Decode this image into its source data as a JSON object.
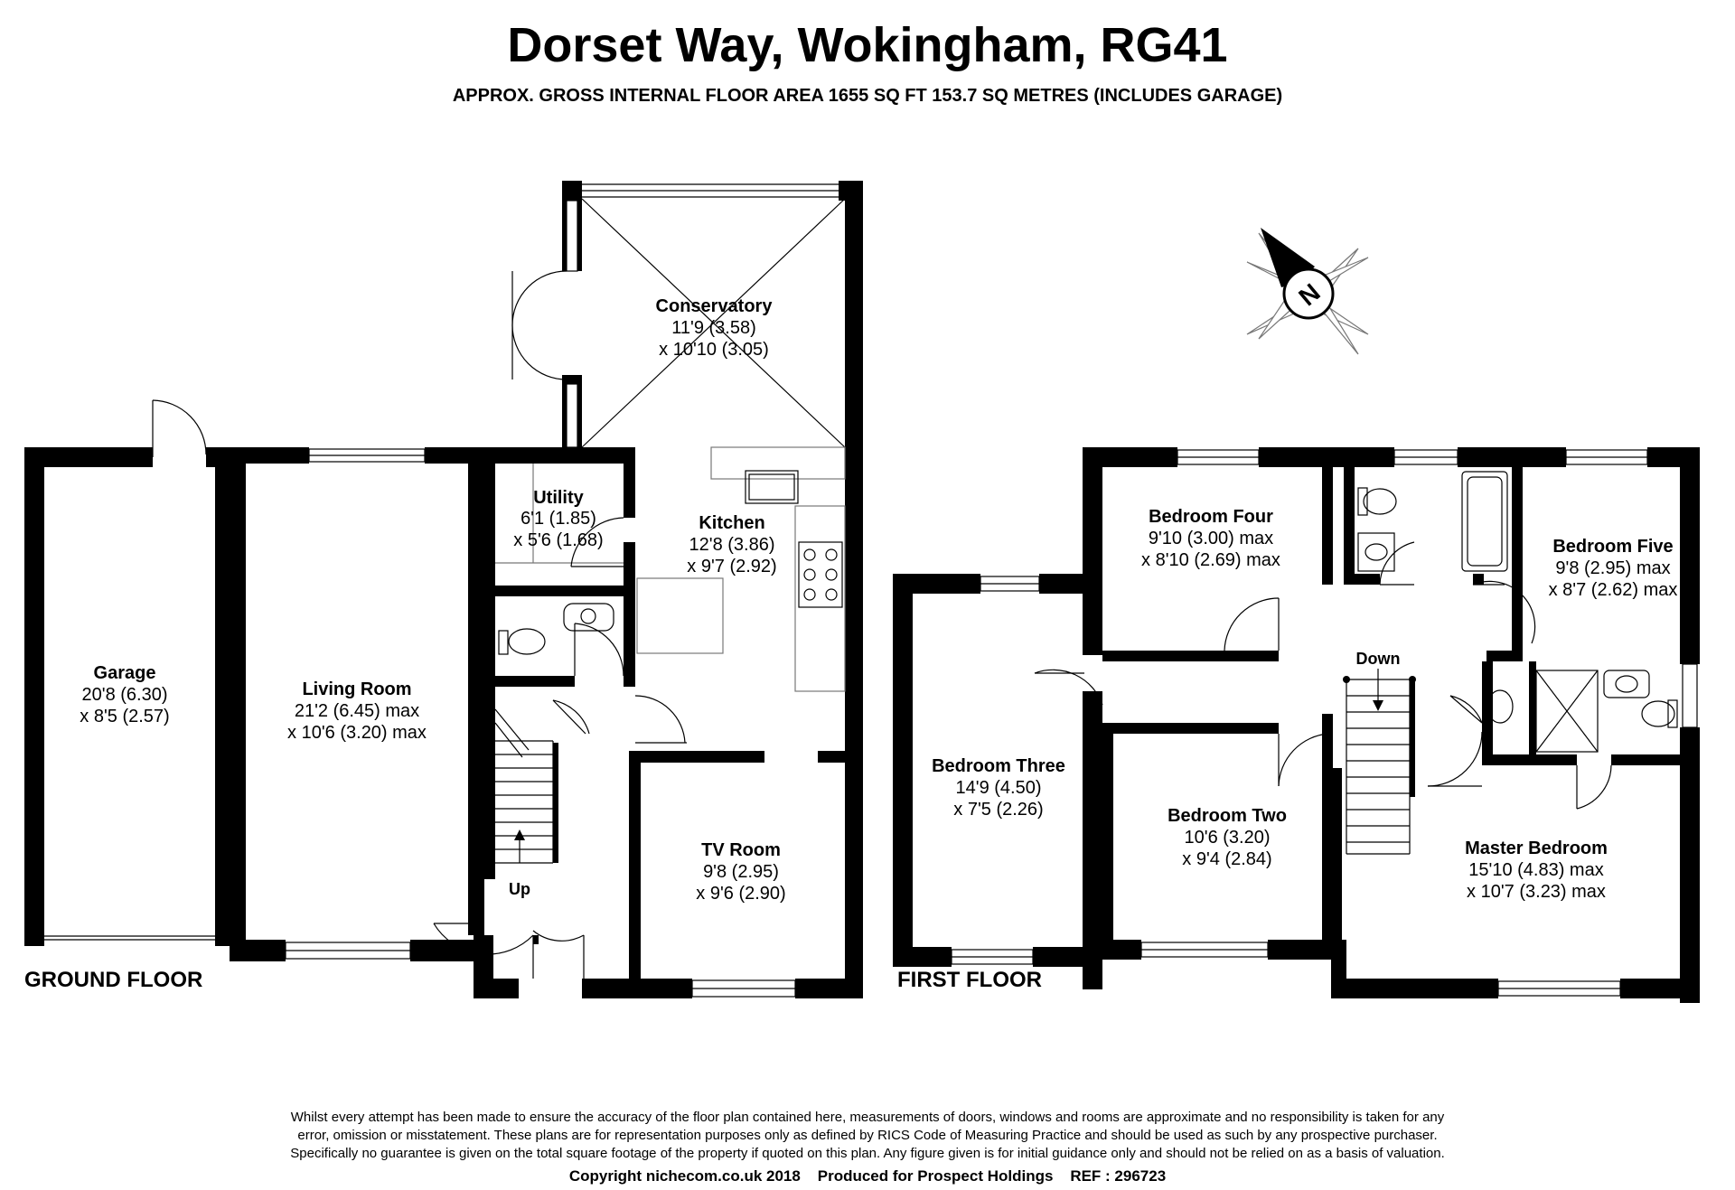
{
  "header": {
    "title": "Dorset Way, Wokingham, RG41",
    "subtitle": "APPROX. GROSS INTERNAL FLOOR AREA 1655 SQ FT 153.7 SQ METRES (INCLUDES GARAGE)"
  },
  "ground_floor": {
    "label": "GROUND FLOOR",
    "rooms": {
      "garage": {
        "name": "Garage",
        "dim1": "20'8 (6.30)",
        "dim2": "x 8'5 (2.57)"
      },
      "living": {
        "name": "Living Room",
        "dim1": "21'2 (6.45) max",
        "dim2": "x 10'6 (3.20) max"
      },
      "utility": {
        "name": "Utility",
        "dim1": "6'1 (1.85)",
        "dim2": "x 5'6 (1.68)"
      },
      "kitchen": {
        "name": "Kitchen",
        "dim1": "12'8 (3.86)",
        "dim2": "x 9'7 (2.92)"
      },
      "conservatory": {
        "name": "Conservatory",
        "dim1": "11'9 (3.58)",
        "dim2": "x 10'10 (3.05)"
      },
      "tv": {
        "name": "TV Room",
        "dim1": "9'8 (2.95)",
        "dim2": "x 9'6 (2.90)"
      }
    },
    "stairs_label": "Up"
  },
  "first_floor": {
    "label": "FIRST FLOOR",
    "rooms": {
      "bed4": {
        "name": "Bedroom Four",
        "dim1": "9'10 (3.00) max",
        "dim2": "x 8'10 (2.69) max"
      },
      "bed5": {
        "name": "Bedroom Five",
        "dim1": "9'8 (2.95) max",
        "dim2": "x 8'7 (2.62) max"
      },
      "bed3": {
        "name": "Bedroom Three",
        "dim1": "14'9 (4.50)",
        "dim2": "x 7'5 (2.26)"
      },
      "bed2": {
        "name": "Bedroom Two",
        "dim1": "10'6 (3.20)",
        "dim2": "x 9'4 (2.84)"
      },
      "master": {
        "name": "Master Bedroom",
        "dim1": "15'10 (4.83) max",
        "dim2": "x 10'7 (3.23) max"
      }
    },
    "stairs_label": "Down"
  },
  "compass": {
    "letter": "N",
    "icon": "compass-north-icon"
  },
  "disclaimer": [
    "Whilst every attempt has been made to ensure the accuracy of the floor plan contained here, measurements of doors, windows and rooms are approximate and no responsibility is taken for any",
    "error, omission or misstatement. These plans are for representation purposes only as defined by RICS Code of Measuring Practice and should be used as such by any prospective purchaser.",
    "Specifically no guarantee is given on the total square footage of the property if quoted on this plan. Any figure given is for initial guidance only and should not be relied on as a basis of valuation."
  ],
  "footer": "Copyright nichecom.co.uk 2018    Produced for Prospect Holdings    REF : 296723"
}
